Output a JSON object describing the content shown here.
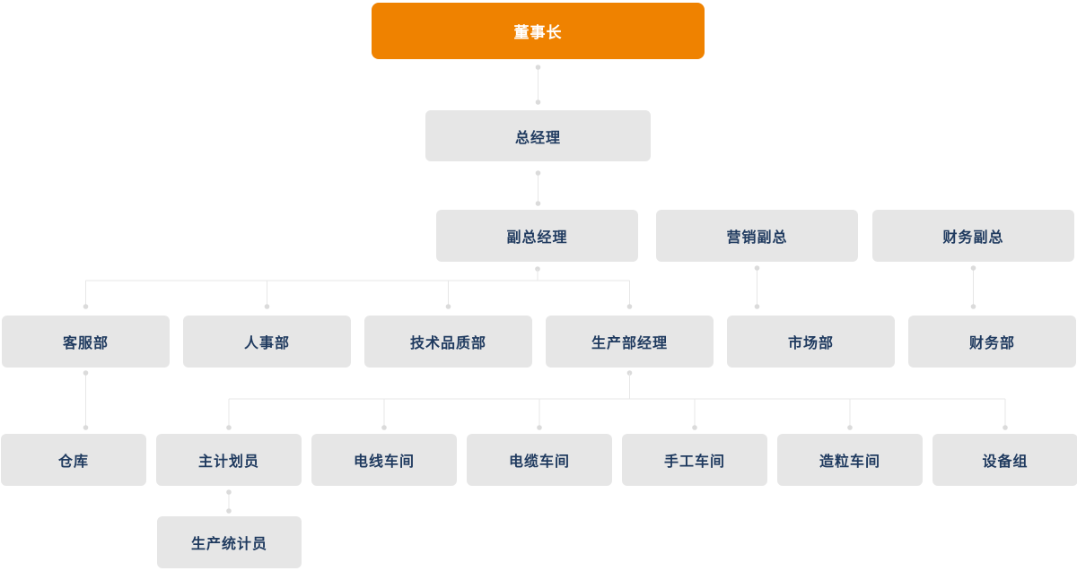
{
  "diagram": {
    "type": "org-chart",
    "colors": {
      "page_bg": "#FFFFFF",
      "root_bg": "#EF8200",
      "root_text": "#FFFFFF",
      "node_bg": "#E6E6E6",
      "node_text": "#1F3A5F",
      "connector_line": "#E7E7E7",
      "connector_dot": "#DBDBDB"
    },
    "nodes": {
      "chairman": {
        "label": "董事长"
      },
      "general_manager": {
        "label": "总经理"
      },
      "deputy_gm": {
        "label": "副总经理"
      },
      "marketing_vp": {
        "label": "营销副总"
      },
      "finance_vp": {
        "label": "财务副总"
      },
      "customer_service_dept": {
        "label": "客服部"
      },
      "hr_dept": {
        "label": "人事部"
      },
      "tech_quality_dept": {
        "label": "技术品质部"
      },
      "production_manager": {
        "label": "生产部经理"
      },
      "marketing_dept": {
        "label": "市场部"
      },
      "finance_dept": {
        "label": "财务部"
      },
      "warehouse": {
        "label": "仓库"
      },
      "chief_planner": {
        "label": "主计划员"
      },
      "wire_workshop": {
        "label": "电线车间"
      },
      "cable_workshop": {
        "label": "电缆车间"
      },
      "manual_workshop": {
        "label": "手工车间"
      },
      "granulation_workshop": {
        "label": "造粒车间"
      },
      "equipment_group": {
        "label": "设备组"
      },
      "production_statistician": {
        "label": "生产统计员"
      }
    },
    "edges": [
      {
        "from": "董事长",
        "to": [
          "总经理"
        ]
      },
      {
        "from": "总经理",
        "to": [
          "副总经理"
        ]
      },
      {
        "from": "副总经理",
        "to": [
          "客服部",
          "人事部",
          "技术品质部",
          "生产部经理"
        ]
      },
      {
        "from": "营销副总",
        "to": [
          "市场部"
        ]
      },
      {
        "from": "财务副总",
        "to": [
          "财务部"
        ]
      },
      {
        "from": "客服部",
        "to": [
          "仓库"
        ]
      },
      {
        "from": "生产部经理",
        "to": [
          "主计划员",
          "电线车间",
          "电缆车间",
          "手工车间",
          "造粒车间",
          "设备组"
        ]
      },
      {
        "from": "主计划员",
        "to": [
          "生产统计员"
        ]
      }
    ]
  }
}
